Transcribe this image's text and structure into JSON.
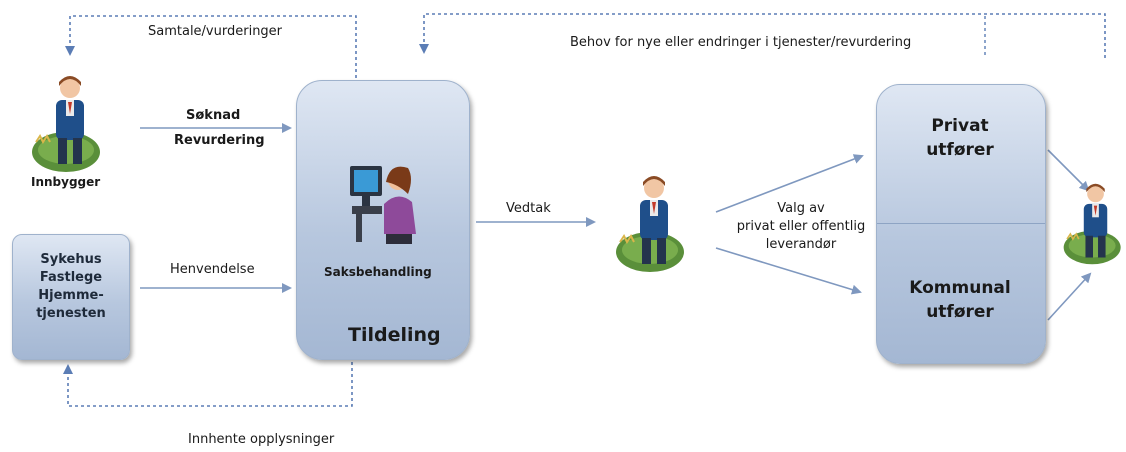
{
  "labels": {
    "samtale": "Samtale/vurderinger",
    "behov": "Behov for nye eller endringer i tjenester/revurdering",
    "soknad": "Søknad",
    "revurdering": "Revurdering",
    "innbygger": "Innbygger",
    "henvendelse": "Henvendelse",
    "saksbehandling": "Saksbehandling",
    "tildeling": "Tildeling",
    "vedtak": "Vedtak",
    "valg_line1": "Valg av",
    "valg_line2": "privat eller offentlig",
    "valg_line3": "leverandør",
    "innhente": "Innhente opplysninger"
  },
  "boxes": {
    "sykehus_lines": [
      "Sykehus",
      "Fastlege",
      "Hjemme-",
      "tjenesten"
    ],
    "privat_line1": "Privat",
    "privat_line2": "utfører",
    "kommunal_line1": "Kommunal",
    "kommunal_line2": "utfører"
  },
  "colors": {
    "box_top": "#dfe7f3",
    "box_bottom": "#a4b7d3",
    "arrow": "#7f98bf",
    "dashed": "#5b7db5"
  }
}
